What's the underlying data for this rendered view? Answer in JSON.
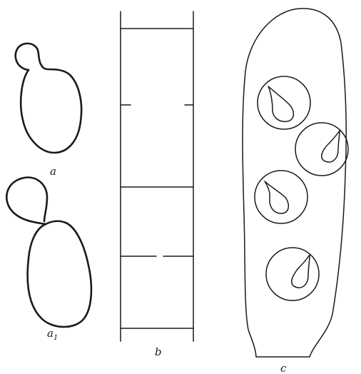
{
  "figure": {
    "labels": {
      "a": "a",
      "a1": "a",
      "a1_subscript": "1",
      "b": "b",
      "c": "c"
    },
    "ink_color": "#1a1a1a",
    "background": "#ffffff"
  }
}
